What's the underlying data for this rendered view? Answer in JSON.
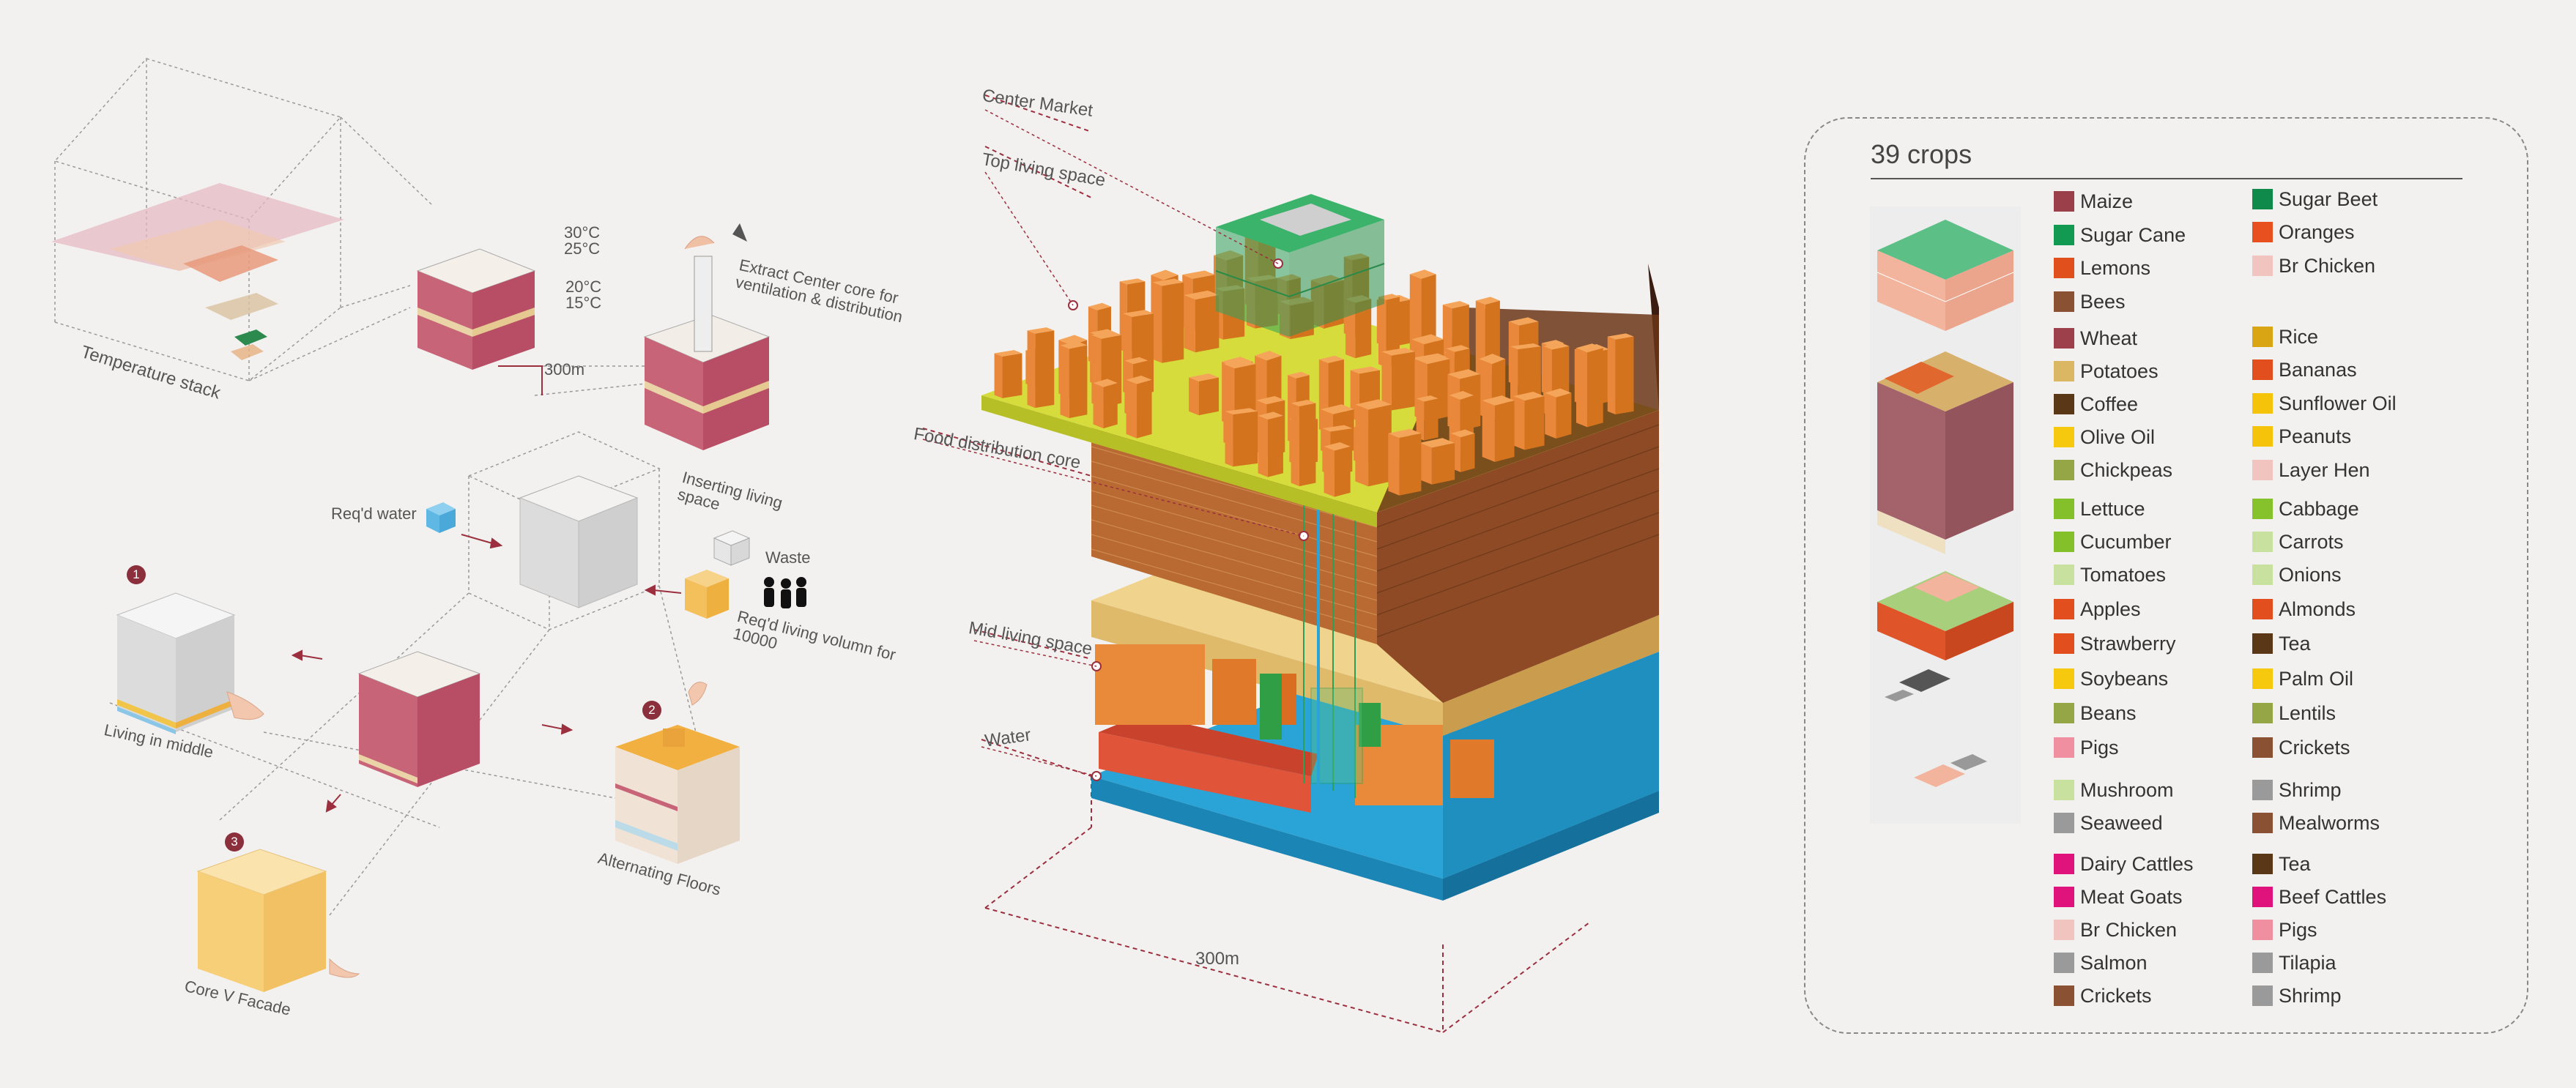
{
  "labels": {
    "temperature_stack": "Temperature stack",
    "t30": "30°C",
    "t25": "25°C",
    "t20": "20°C",
    "t15": "15°C",
    "size_300m_left": "300m",
    "extract_core": "Extract Center core for ventilation & distribution",
    "inserting_living": "Inserting living space",
    "reqd_water": "Req'd water",
    "waste": "Waste",
    "reqd_living": "Req'd living volumn for 10000",
    "living_in_middle": "Living in middle",
    "alternating_floors": "Alternating Floors",
    "core_v_facade": "Core V Facade",
    "badge1": "1",
    "badge2": "2",
    "badge3": "3",
    "center_market": "Center Market",
    "top_living": "Top living space",
    "food_distribution": "Food distribution core",
    "mid_living": "Mid living space",
    "water": "Water",
    "size_300m_main": "300m"
  },
  "legend": {
    "title": "39 crops",
    "items": [
      {
        "name": "Maize",
        "color": "#9b3f4b"
      },
      {
        "name": "Sugar Beet",
        "color": "#0f8a4a"
      },
      {
        "name": "Sugar Cane",
        "color": "#129a52"
      },
      {
        "name": "Oranges",
        "color": "#e8511f"
      },
      {
        "name": "Lemons",
        "color": "#e04f1c"
      },
      {
        "name": "Br Chicken",
        "color": "#f2c4bf"
      },
      {
        "name": "Bees",
        "color": "#8a5232"
      },
      {
        "name": "Wheat",
        "color": "#9e3f4c"
      },
      {
        "name": "Rice",
        "color": "#d9a514"
      },
      {
        "name": "Potatoes",
        "color": "#dbb763"
      },
      {
        "name": "Bananas",
        "color": "#e24e1d"
      },
      {
        "name": "Coffee",
        "color": "#5a3716"
      },
      {
        "name": "Sunflower Oil",
        "color": "#f5c40a"
      },
      {
        "name": "Olive Oil",
        "color": "#f7c90e"
      },
      {
        "name": "Peanuts",
        "color": "#f5c40a"
      },
      {
        "name": "Chickpeas",
        "color": "#95a646"
      },
      {
        "name": "Layer Hen",
        "color": "#f2c4bf"
      },
      {
        "name": "Lettuce",
        "color": "#84c02a"
      },
      {
        "name": "Cabbage",
        "color": "#86c22c"
      },
      {
        "name": "Cucumber",
        "color": "#84c02a"
      },
      {
        "name": "Carrots",
        "color": "#c9e19e"
      },
      {
        "name": "Tomatoes",
        "color": "#c9e19e"
      },
      {
        "name": "Onions",
        "color": "#c9e19e"
      },
      {
        "name": "Apples",
        "color": "#e24e1d"
      },
      {
        "name": "Almonds",
        "color": "#e24e1d"
      },
      {
        "name": "Strawberry",
        "color": "#e24e1d"
      },
      {
        "name": "Tea",
        "color": "#5a3716"
      },
      {
        "name": "Soybeans",
        "color": "#f7c90e"
      },
      {
        "name": "Palm Oil",
        "color": "#f7c90e"
      },
      {
        "name": "Beans",
        "color": "#95a646"
      },
      {
        "name": "Lentils",
        "color": "#95a646"
      },
      {
        "name": "Pigs",
        "color": "#ef8fa0"
      },
      {
        "name": "Crickets",
        "color": "#8a5232"
      },
      {
        "name": "Mushroom",
        "color": "#c9e19e"
      },
      {
        "name": "Shrimp",
        "color": "#9a9a9a"
      },
      {
        "name": "Seaweed",
        "color": "#9a9a9a"
      },
      {
        "name": "Mealworms",
        "color": "#8a5232"
      },
      {
        "name": "Dairy Cattles",
        "color": "#e0127b"
      },
      {
        "name": "Tea",
        "color": "#5a3716"
      },
      {
        "name": "Meat Goats",
        "color": "#e0127b"
      },
      {
        "name": "Beef Cattles",
        "color": "#e0127b"
      },
      {
        "name": "Br Chicken",
        "color": "#f2c4bf"
      },
      {
        "name": "Pigs",
        "color": "#ef8fa0"
      },
      {
        "name": "Salmon",
        "color": "#9a9a9a"
      },
      {
        "name": "Tilapia",
        "color": "#9a9a9a"
      },
      {
        "name": "Crickets",
        "color": "#8a5232"
      },
      {
        "name": "Shrimp",
        "color": "#9a9a9a"
      }
    ]
  },
  "colors": {
    "accent_red": "#9b2f3e",
    "orange": "#e88a2e",
    "green": "#2fae5a",
    "yellow_green": "#d7dc3c",
    "wood": "#a05a2c",
    "water": "#1f8fc0",
    "tan": "#ecd08a"
  }
}
